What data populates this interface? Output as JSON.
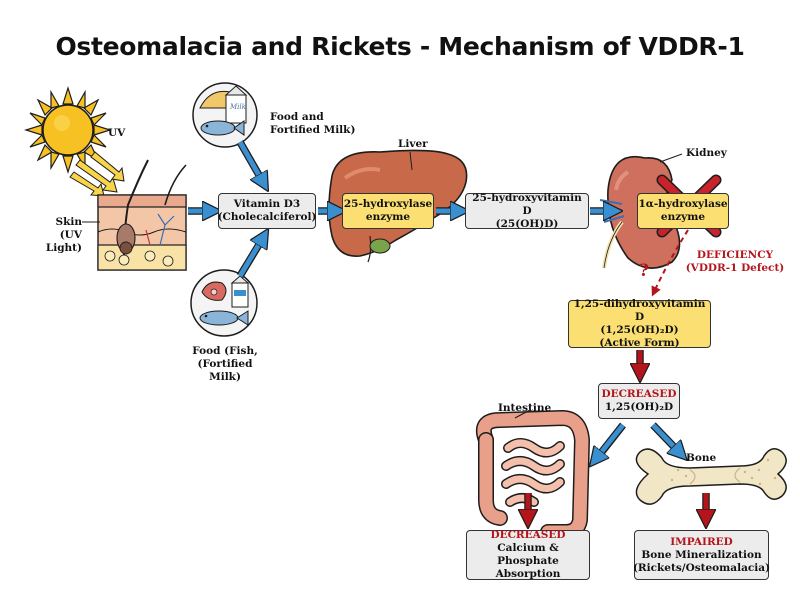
{
  "title": "Osteomalacia and Rickets - Mechanism of VDDR-1",
  "labels": {
    "uv": "UV",
    "skin": "Skin",
    "skin_sub": "(UV Light)",
    "food_top_1": "Food and",
    "food_top_2": "Fortified Milk)",
    "food_bottom_1": "Food (Fish,",
    "food_bottom_2": "(Fortified Milk)",
    "milk_carton": "Milk",
    "liver": "Liver",
    "kidney": "Kidney",
    "intestine": "Intestine",
    "bone": "Bone",
    "question_mark": "?"
  },
  "boxes": {
    "vitamin_d3": {
      "line1": "Vitamin D3",
      "line2": "(Cholecalciferol)"
    },
    "hydroxylase_25": {
      "line1": "25-hydroxylase",
      "line2": "enzyme"
    },
    "hydroxyvitamin_25": {
      "line1": "25-hydroxyvitamin D",
      "line2": "(25(OH)D)"
    },
    "alpha_hydroxylase": {
      "line1": "1α-hydroxylase",
      "line2": "enzyme"
    },
    "active_form": {
      "line1": "1,25-dihydroxyvitamin D",
      "line2": "(1,25(OH)₂D)",
      "line3": "(Active Form)"
    },
    "decreased_125": {
      "line1": "DECREASED",
      "line2": "1,25(OH)₂D"
    },
    "intestine_outcome": {
      "line1": "DECREASED",
      "line2": "Calcium & Phosphate",
      "line3": "Absorption"
    },
    "bone_outcome": {
      "line1": "IMPAIRED",
      "line2": "Bone Mineralization",
      "line3": "(Rickets/Osteomalacia)"
    }
  },
  "deficiency": {
    "line1": "DEFICIENCY",
    "line2": "(VDDR-1 Defect)"
  },
  "colors": {
    "blue_arrow": "#3a8fd0",
    "red_arrow": "#b3151b",
    "yellow_box": "#fbdf72",
    "gray_box": "#ececec",
    "liver": "#c86a4a",
    "kidney": "#cf6f5d",
    "sun": "#f7c023",
    "intestine": "#e8a08a",
    "bone": "#f1e6c6"
  }
}
